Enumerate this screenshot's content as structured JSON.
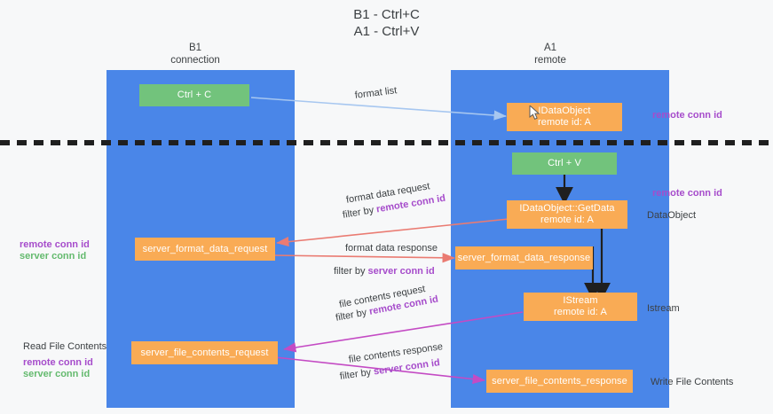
{
  "title": {
    "line1": "B1 - Ctrl+C",
    "line2": "A1 - Ctrl+V"
  },
  "colors": {
    "lane": "#4a86e8",
    "node_orange": "#f9ab55",
    "node_green": "#72c37c",
    "purple": "#a64ccb",
    "green_text": "#64ba6e",
    "arrow_blue": "#a7c7f0",
    "arrow_red": "#ea7b72",
    "arrow_magenta": "#c44bc4",
    "arrow_black": "#1f1f1f",
    "background": "#f7f8f9"
  },
  "lanes": [
    {
      "id": "b1",
      "header_line1": "B1",
      "header_line2": "connection"
    },
    {
      "id": "a1",
      "header_line1": "A1",
      "header_line2": "remote"
    }
  ],
  "nodes": {
    "ctrl_c": {
      "label": "Ctrl + C",
      "color": "green"
    },
    "idataobject": {
      "line1": "IDataObject",
      "line2": "remote id: A",
      "color": "orange"
    },
    "ctrl_v": {
      "label": "Ctrl + V",
      "color": "green"
    },
    "getdata": {
      "line1": "IDataObject::GetData",
      "line2": "remote id: A",
      "color": "orange"
    },
    "server_format_data_request": {
      "label": "server_format_data_request",
      "color": "orange"
    },
    "server_format_data_response": {
      "label": "server_format_data_response",
      "color": "orange"
    },
    "istream": {
      "line1": "IStream",
      "line2": "remote id: A",
      "color": "orange"
    },
    "server_file_contents_request": {
      "label": "server_file_contents_request",
      "color": "orange"
    },
    "server_file_contents_response": {
      "label": "server_file_contents_response",
      "color": "orange"
    }
  },
  "edge_labels": {
    "format_list": "format list",
    "format_data_request": "format data request",
    "format_data_request_filter_prefix": "filter by ",
    "format_data_request_filter_key": "remote conn id",
    "format_data_response": "format data response",
    "format_data_response_filter_prefix": "filter by ",
    "format_data_response_filter_key": "server conn id",
    "file_contents_request": "file contents request",
    "file_contents_request_filter_prefix": "filter by ",
    "file_contents_request_filter_key": "remote conn id",
    "file_contents_response": "file contents response",
    "file_contents_response_filter_prefix": "filter by ",
    "file_contents_response_filter_key": "server conn id"
  },
  "annotations": {
    "right_remote_conn_id_top": "remote conn id",
    "right_remote_conn_id_mid": "remote conn id",
    "right_dataobject": "DataObject",
    "right_istream": "Istream",
    "right_write_file_contents": "Write File Contents",
    "left_remote_conn_id_1": "remote conn id",
    "left_server_conn_id_1": "server conn id",
    "left_read_file_contents": "Read File Contents",
    "left_remote_conn_id_2": "remote conn id",
    "left_server_conn_id_2": "server conn id"
  }
}
